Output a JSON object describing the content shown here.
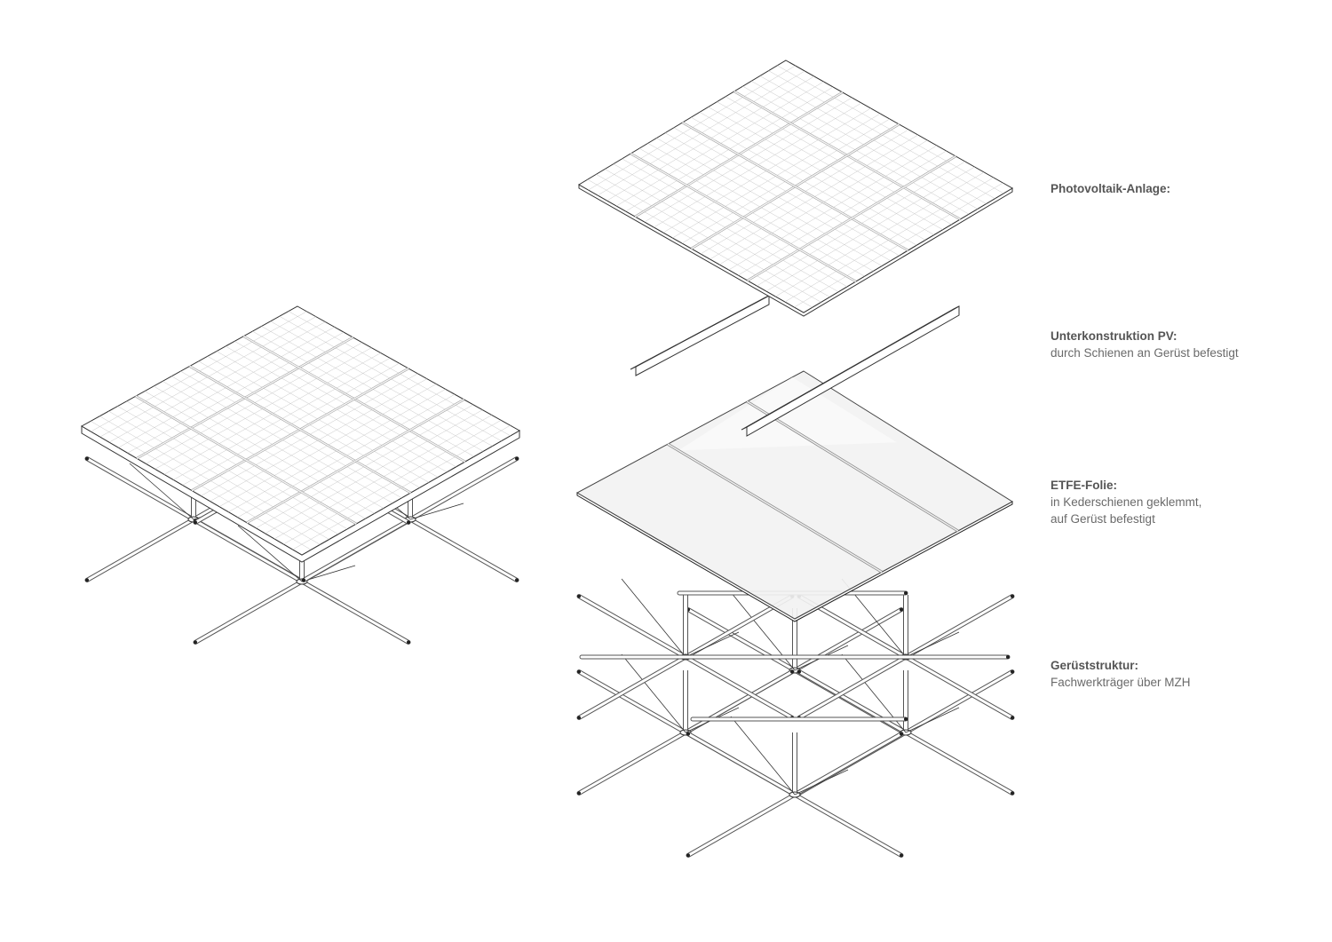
{
  "legend": [
    {
      "title": "Photovoltaik-Anlage:",
      "lines": []
    },
    {
      "title": "Unterkonstruktion PV:",
      "lines": [
        "durch Schienen an Gerüst befestigt"
      ]
    },
    {
      "title": "ETFE-Folie:",
      "lines": [
        "in Kederschienen geklemmt,",
        "auf Gerüst befestigt"
      ]
    },
    {
      "title": "Gerüststruktur:",
      "lines": [
        "Fachwerkträger über MZH"
      ]
    }
  ],
  "colors": {
    "line": "#333333",
    "grid": "#c8c8c8",
    "film": "#f2f2f2",
    "tube": "#555555"
  }
}
